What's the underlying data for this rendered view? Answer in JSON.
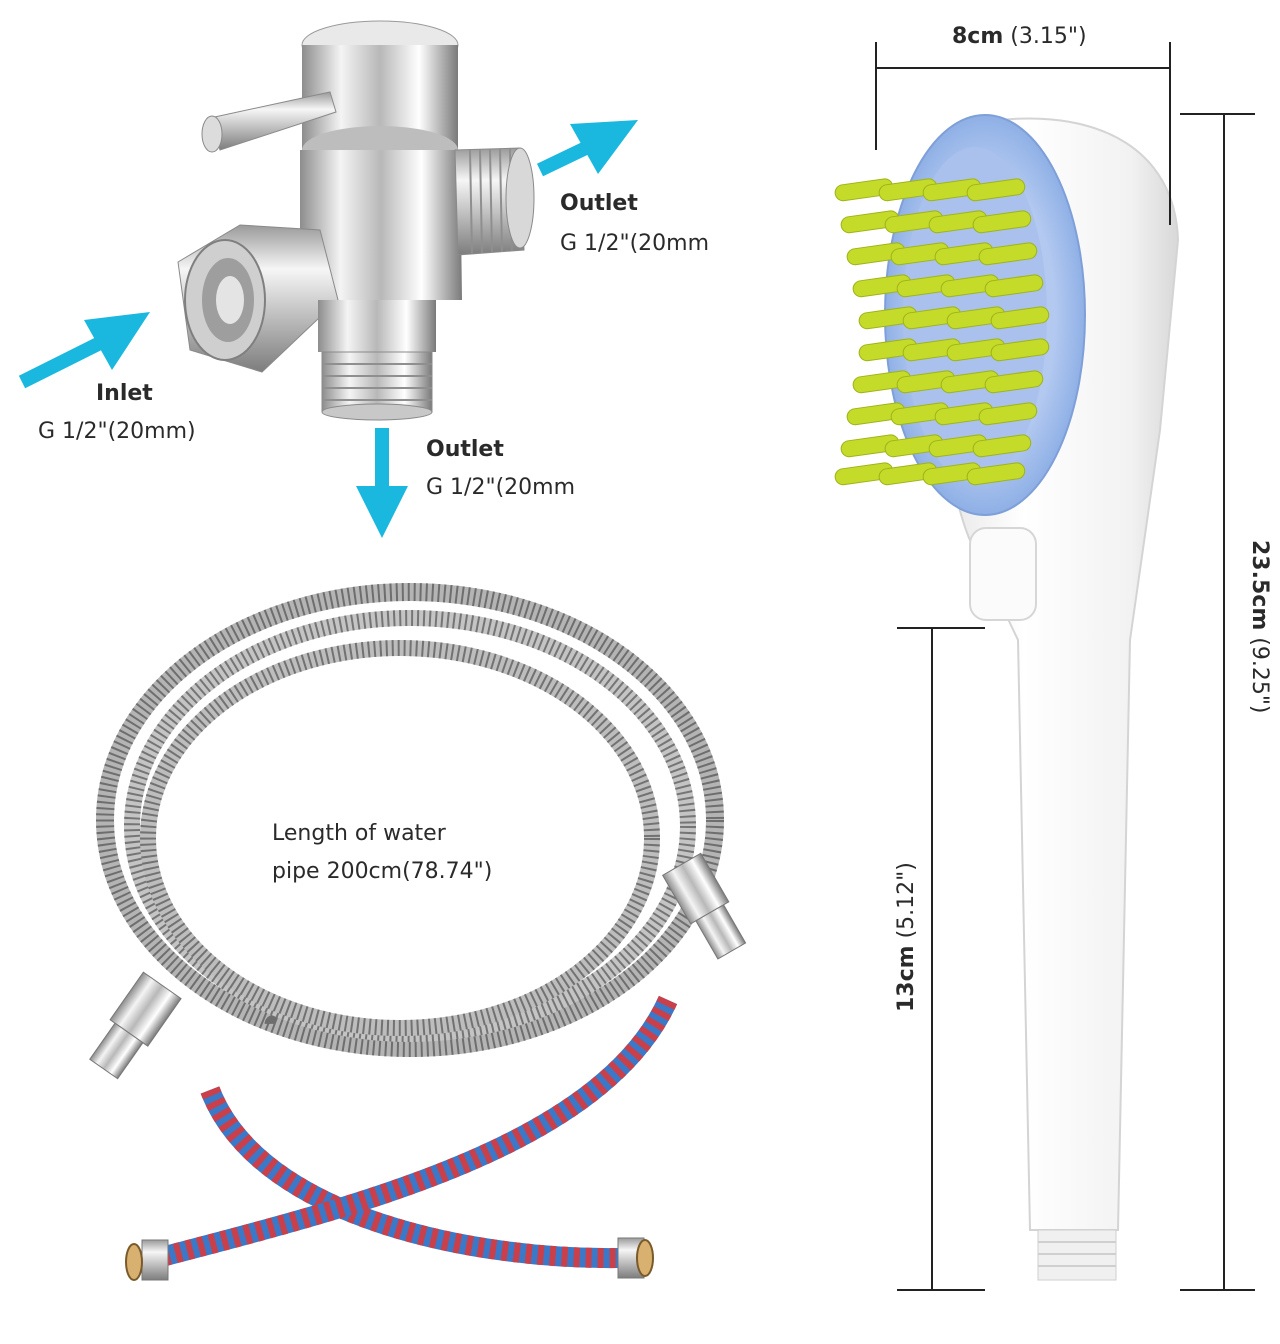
{
  "colors": {
    "arrow": "#1ab8df",
    "chrome_light": "#f2f2f2",
    "chrome_dark": "#8a8a8a",
    "brush_blue": "#9db9ea",
    "bristle_green": "#c4db2a",
    "handle_white": "#f8f8f8",
    "hose_blue": "#3b78c8",
    "hose_red": "#c9404a",
    "line": "#222222"
  },
  "icons": {
    "inlet_arrow": "arrow-right-up",
    "outlet_side_arrow": "arrow-right-up",
    "outlet_bottom_arrow": "arrow-down"
  },
  "diverter": {
    "outlet_side": {
      "name": "Outlet",
      "spec": "G 1/2\"(20mm"
    },
    "inlet": {
      "name": "Inlet",
      "spec": "G 1/2\"(20mm)"
    },
    "outlet_bottom": {
      "name": "Outlet",
      "spec": "G 1/2\"(20mm"
    }
  },
  "hose": {
    "length_line1": "Length of water",
    "length_line2": "pipe 200cm(78.74\")"
  },
  "shower_head": {
    "width_bold": "8cm",
    "width_imperial": "(3.15\")",
    "height_bold": "23.5cm",
    "height_imperial": "(9.25\")",
    "handle_bold": "13cm",
    "handle_imperial": "(5.12\")"
  }
}
